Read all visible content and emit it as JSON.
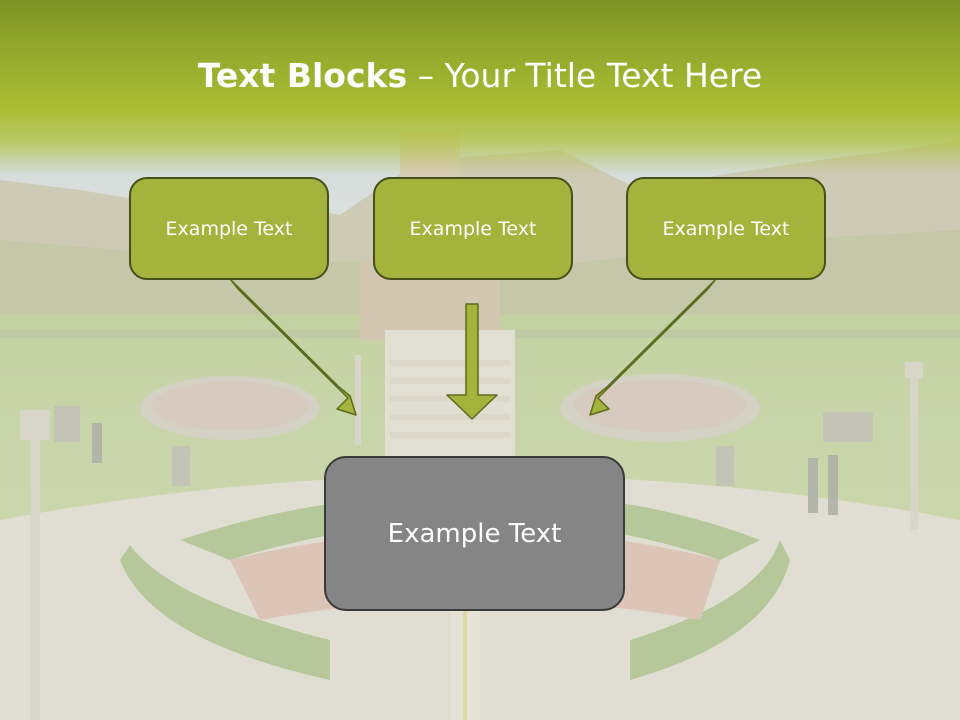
{
  "slide": {
    "title_bold": "Text Blocks",
    "title_dash": " – ",
    "title_rest": "Your Title Text Here"
  },
  "blocks": [
    {
      "label": "Example Text"
    },
    {
      "label": "Example Text"
    },
    {
      "label": "Example Text"
    },
    {
      "label": "Example Text"
    }
  ],
  "colors": {
    "header_green": "#94a92c",
    "block_fill": "#a4b33b",
    "block_border": "#45501c",
    "center_fill": "#858585",
    "arrow_fill": "#a4b33b"
  }
}
